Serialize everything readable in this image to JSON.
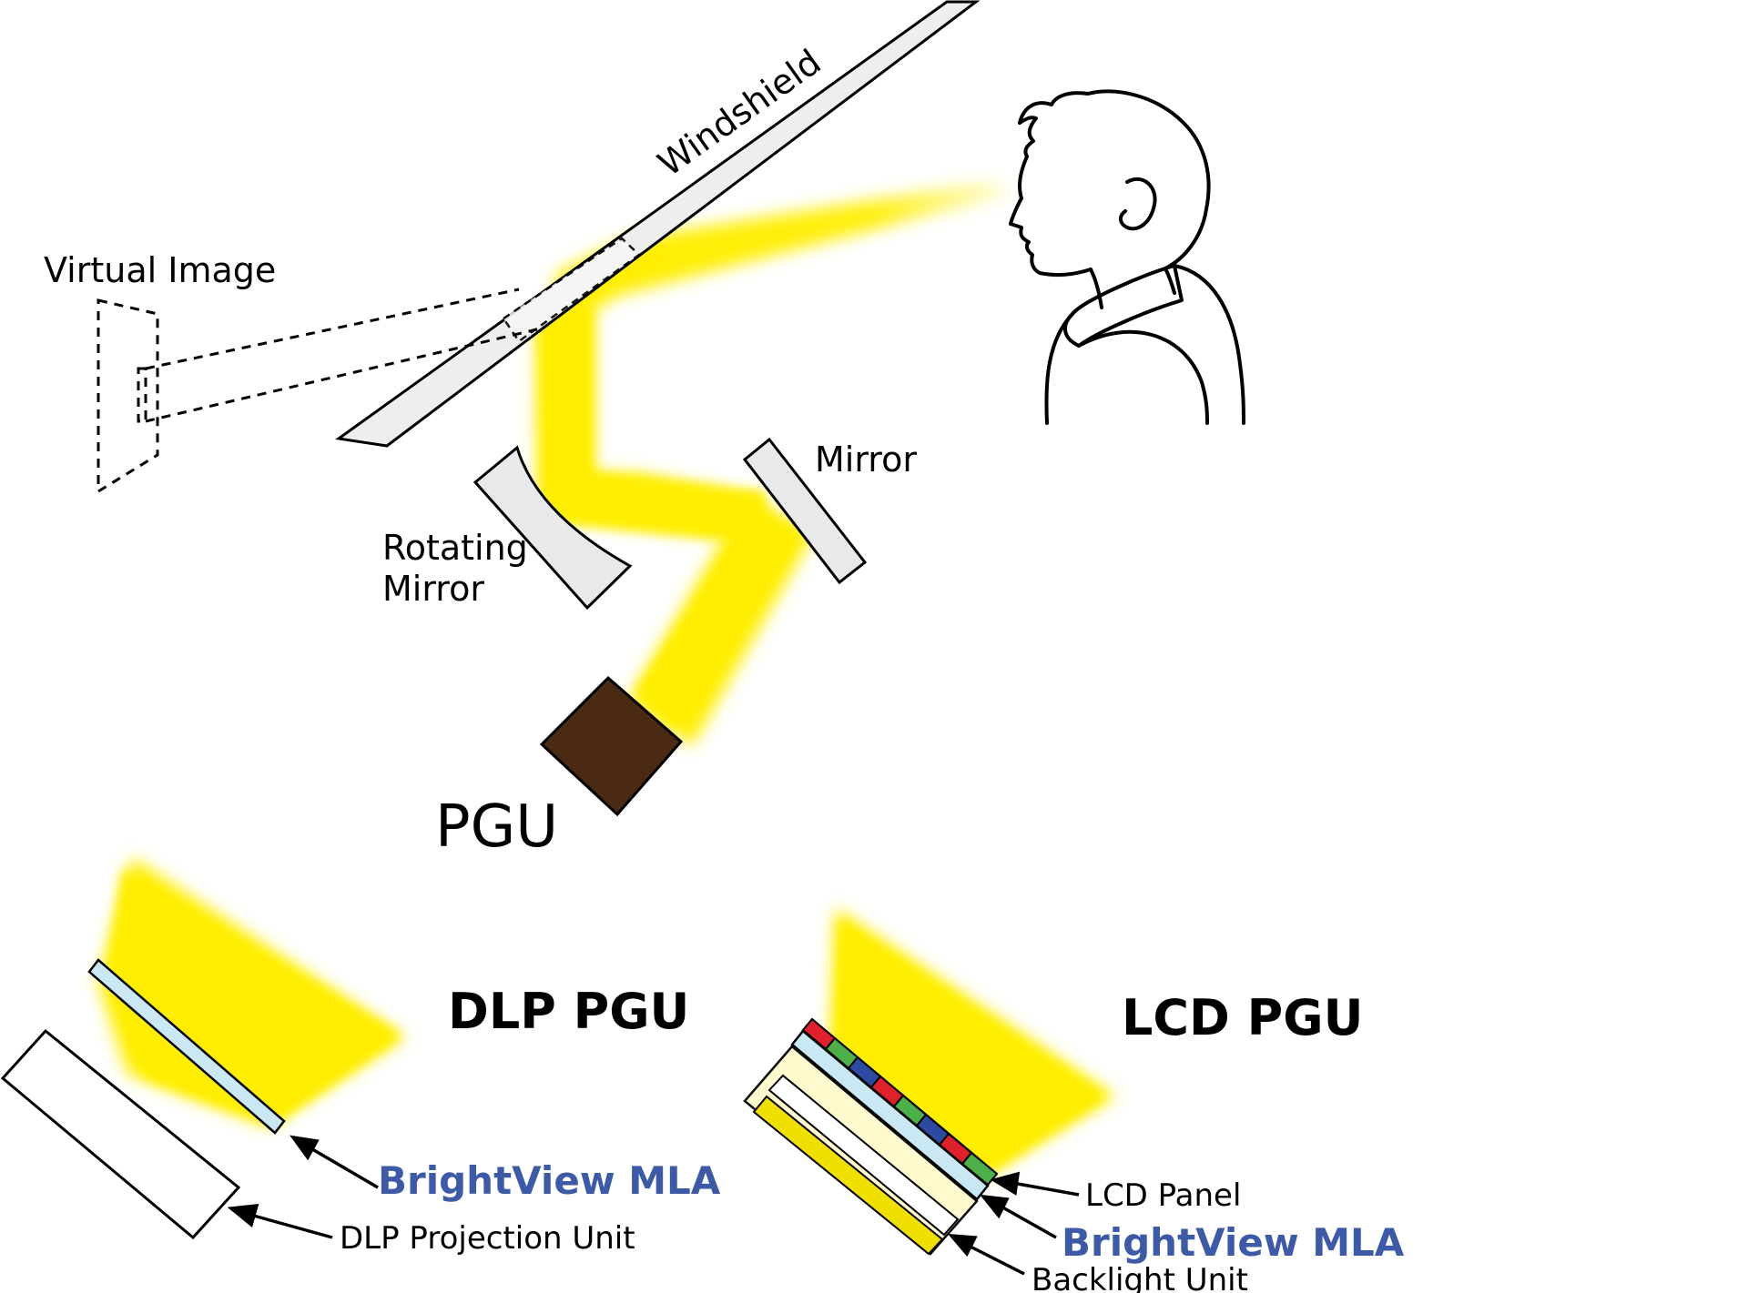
{
  "labels": {
    "windshield": "Windshield",
    "virtual_image": "Virtual Image",
    "mirror": "Mirror",
    "rotating_mirror_line1": "Rotating",
    "rotating_mirror_line2": "Mirror",
    "pgu": "PGU",
    "dlp_heading": "DLP PGU",
    "lcd_heading": "LCD PGU",
    "dlp_mla": "BrightView MLA",
    "dlp_projection_unit": "DLP Projection Unit",
    "lcd_panel": "LCD Panel",
    "lcd_mla": "BrightView MLA",
    "backlight_unit": "Backlight Unit"
  },
  "colors": {
    "light": "#ffee00",
    "pgu_box": "#4a2a12",
    "mirror_fill": "#e8e9eb",
    "mla_fill": "#c9e8f3",
    "brand_blue": "#3c5aa8",
    "lcd_red": "#e0202a",
    "lcd_green": "#4caf47",
    "lcd_blue": "#2b4aa0"
  }
}
